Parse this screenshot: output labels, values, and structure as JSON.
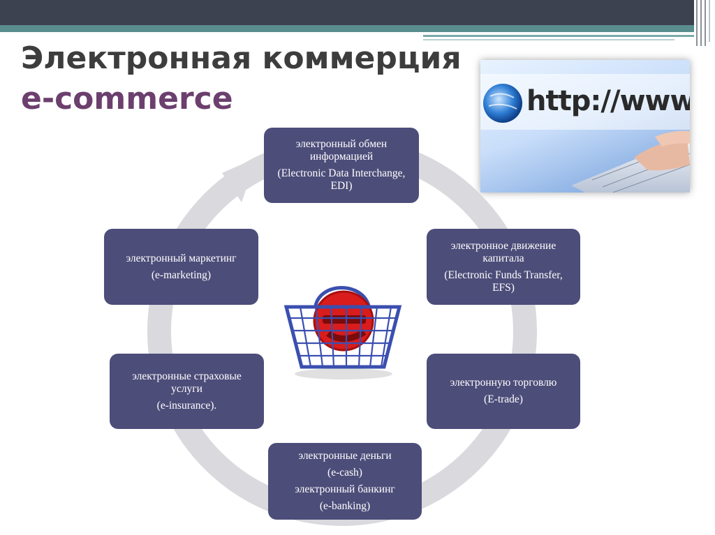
{
  "title": "Электронная коммерция",
  "subtitle": "e-commerce",
  "photo": {
    "url_text": "http://www"
  },
  "center_icon": "shopping-basket-e-icon",
  "nodes": {
    "edi": {
      "line1": "электронный обмен информацией",
      "line2": "(Electronic Data Interchange, EDI)"
    },
    "efs": {
      "line1": "электронное движение капитала",
      "line2": "(Electronic Funds Transfer, EFS)"
    },
    "etrade": {
      "line1": "электронную торговлю",
      "line2": "(E-trade)"
    },
    "ecash": {
      "line1": "электронные деньги",
      "line2": "(e-cash)",
      "line3": "электронный банкинг",
      "line4": "(e-banking)"
    },
    "einsurance": {
      "line1": "электронные страховые услуги",
      "line2": "(e-insurance)."
    },
    "emarketing": {
      "line1": "электронный маркетинг",
      "line2": "(e-marketing)"
    }
  },
  "colors": {
    "node_fill": "#4d4d7a",
    "cycle_ring": "#d9d9de",
    "title": "#3d3d3d",
    "subtitle": "#6b3f6e",
    "header_dark": "#3d4250",
    "header_teal": "#5a8e8e"
  }
}
